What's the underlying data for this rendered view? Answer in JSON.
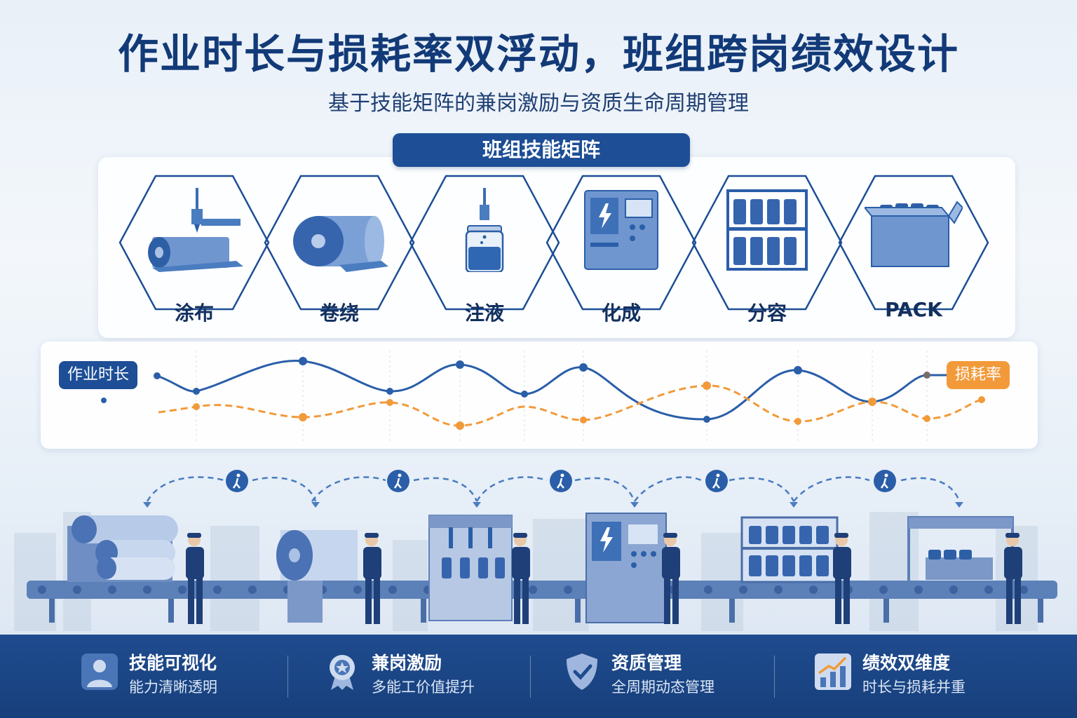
{
  "title": "作业时长与损耗率双浮动，班组跨岗绩效设计",
  "subtitle": "基于技能矩阵的兼岗激励与资质生命周期管理",
  "matrix_label": "班组技能矩阵",
  "stages": [
    {
      "label": "涂布",
      "icon": "coating-roll-icon"
    },
    {
      "label": "卷绕",
      "icon": "winding-roll-icon"
    },
    {
      "label": "注液",
      "icon": "liquid-injection-icon"
    },
    {
      "label": "化成",
      "icon": "formation-cabinet-icon"
    },
    {
      "label": "分容",
      "icon": "grading-rack-icon"
    },
    {
      "label": "PACK",
      "icon": "pack-box-icon"
    }
  ],
  "curves": {
    "time_label": "作业时长",
    "loss_label": "损耗率",
    "time_color": "#2a5ea8",
    "loss_color": "#f29a3a"
  },
  "features": [
    {
      "title": "技能可视化",
      "sub": "能力清晰透明",
      "icon": "user-skill-icon"
    },
    {
      "title": "兼岗激励",
      "sub": "多能工价值提升",
      "icon": "medal-icon"
    },
    {
      "title": "资质管理",
      "sub": "全周期动态管理",
      "icon": "shield-check-icon"
    },
    {
      "title": "绩效双维度",
      "sub": "时长与损耗并重",
      "icon": "growth-chart-icon"
    }
  ],
  "colors": {
    "primary": "#1d4e96",
    "accent": "#f29a3a",
    "bar": "#1f4c8f"
  }
}
